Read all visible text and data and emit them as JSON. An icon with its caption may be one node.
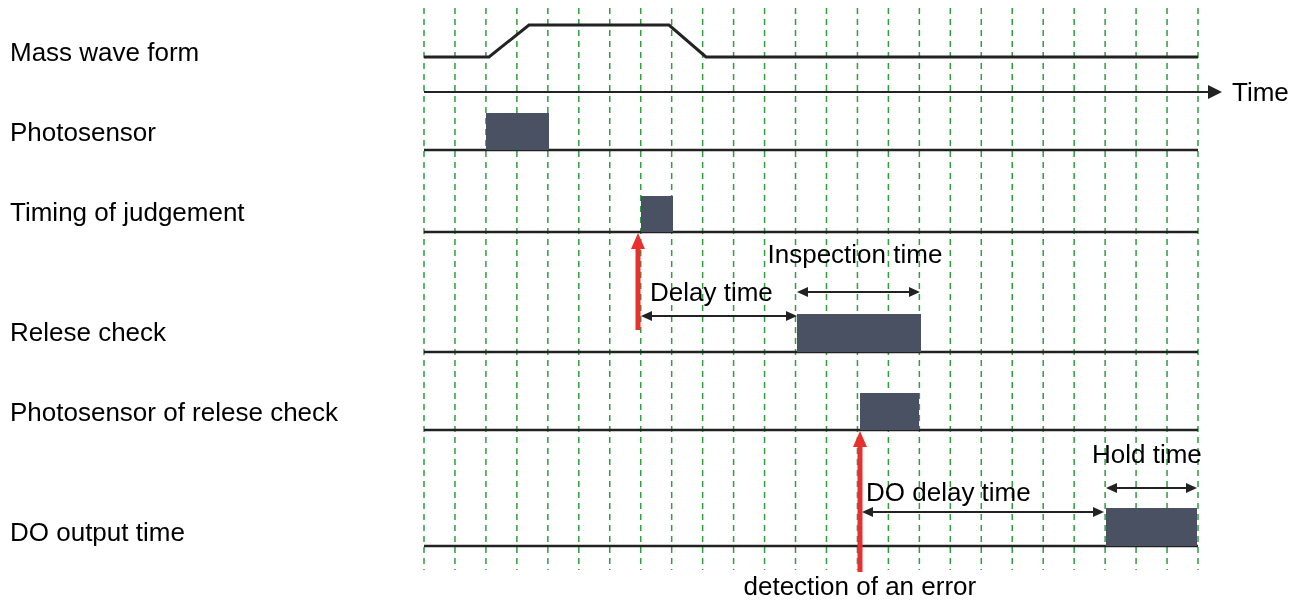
{
  "diagram": {
    "labels": [
      "Mass wave form",
      "Time",
      "Photosensor",
      "Timing of judgement",
      "Inspection time",
      "Delay time",
      "Relese check",
      "Photosensor of relese check",
      "Hold time",
      "DO delay time",
      "DO output time",
      "detection of an error"
    ]
  }
}
